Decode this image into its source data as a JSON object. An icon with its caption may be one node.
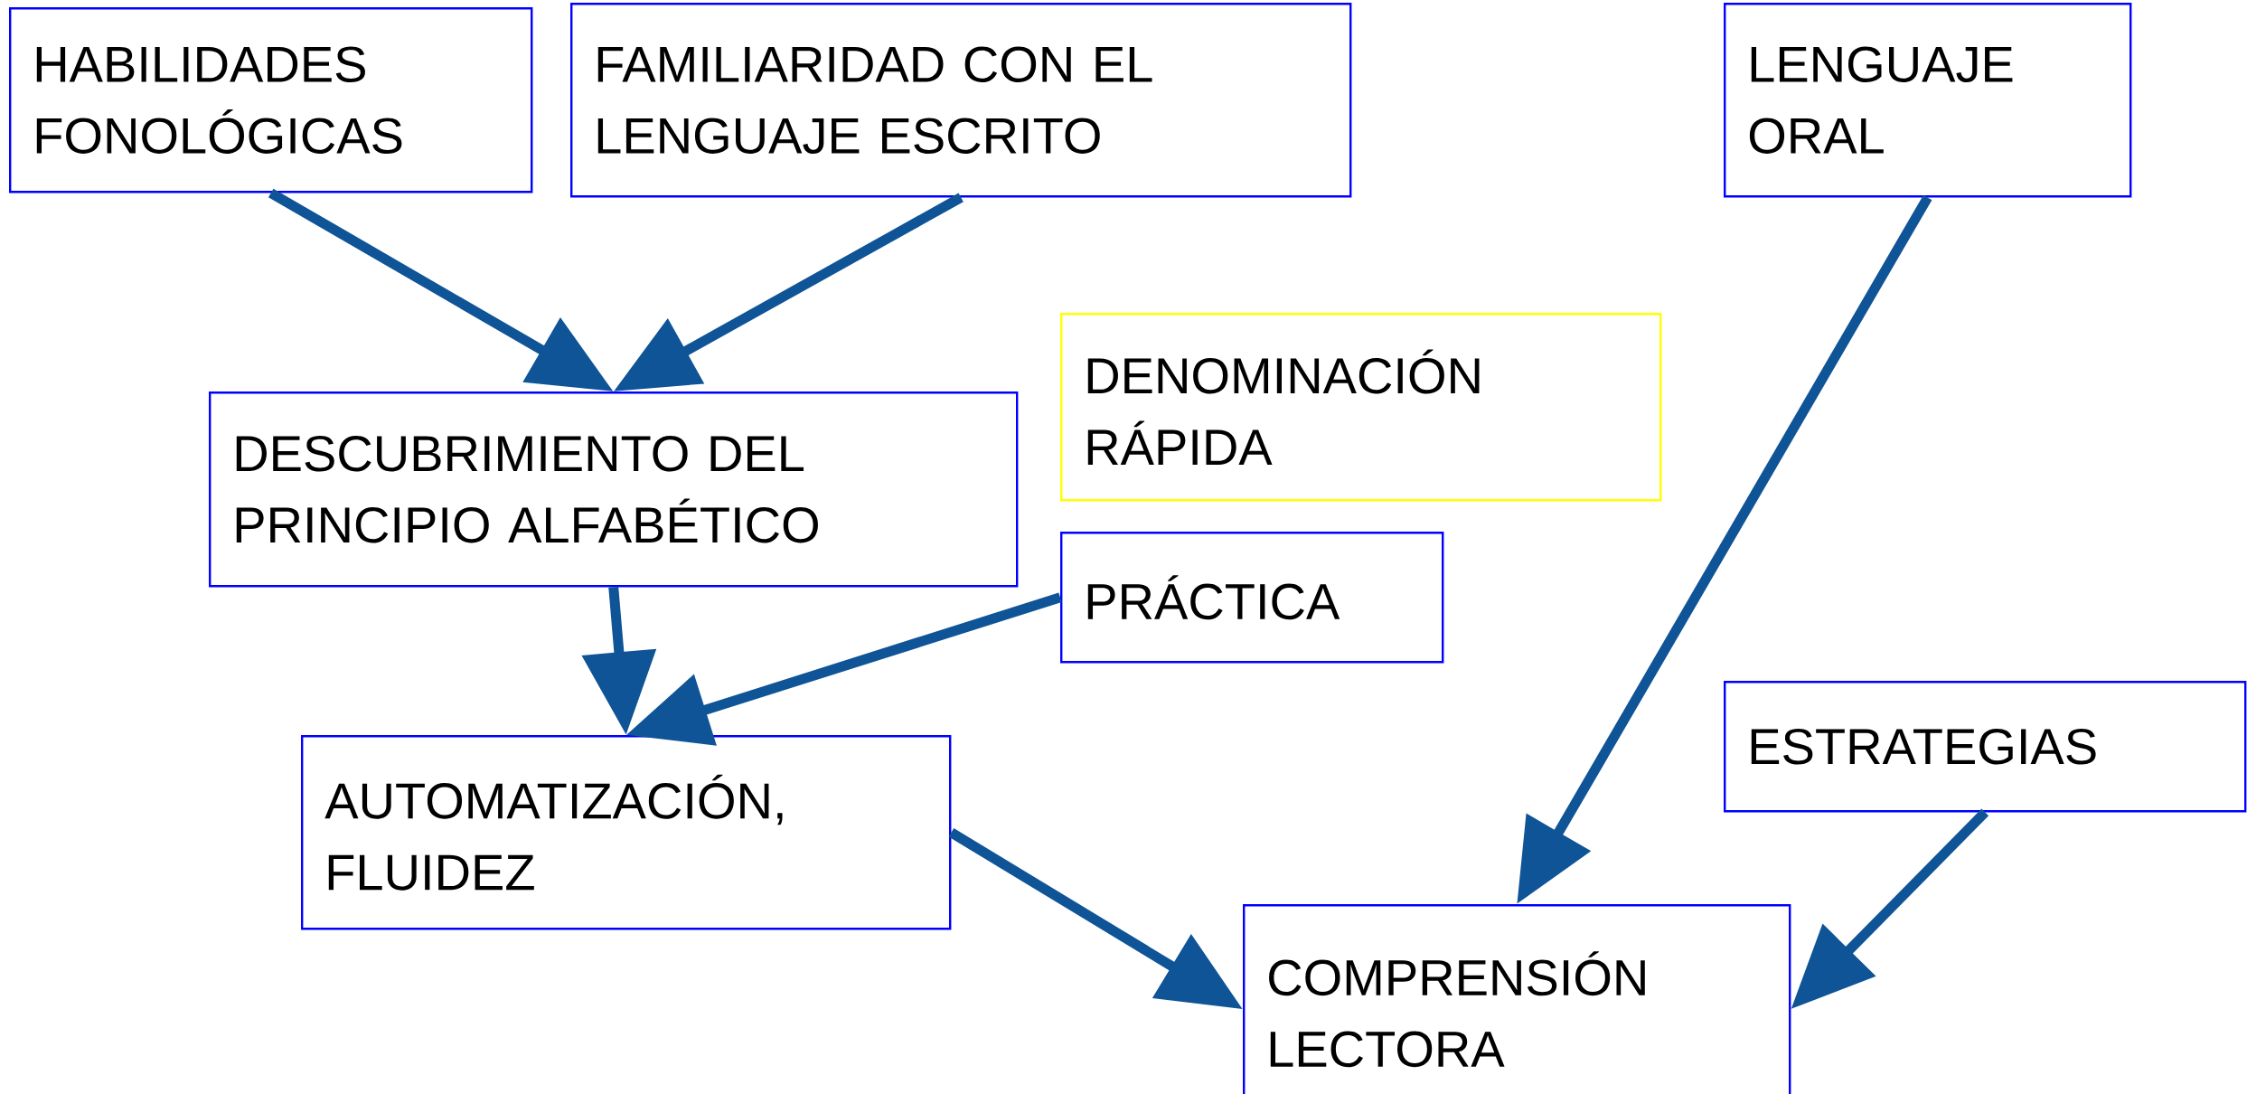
{
  "diagram": {
    "nodes": [
      {
        "text": [
          "HABILIDADES FONOLÓGICAS"
        ]
      },
      {
        "text": [
          "FAMILIARIDAD CON EL LENGUAJE ESCRITO"
        ]
      },
      {
        "text": [
          "LENGUAJE ORAL"
        ]
      },
      {
        "text": [
          "DENOMINACIÓN RÁPIDA"
        ]
      },
      {
        "text": [
          "DESCUBRIMIENTO DEL PRINCIPIO ALFABÉTICO"
        ]
      },
      {
        "text": [
          "PRÁCTICA"
        ]
      },
      {
        "text": [
          "ESTRATEGIAS"
        ]
      },
      {
        "text": [
          "AUTOMATIZACIÓN, FLUIDEZ"
        ]
      },
      {
        "text": [
          "COMPRENSIÓN LECTORA"
        ]
      }
    ],
    "edges": [
      {
        "from": 0,
        "to": 4,
        "arrow": "to"
      },
      {
        "from": 1,
        "to": 4,
        "arrow": "to"
      },
      {
        "from": 4,
        "to": 7,
        "arrow": "to"
      },
      {
        "from": 5,
        "to": 7,
        "arrow": "to"
      },
      {
        "from": 7,
        "to": 8,
        "arrow": "to"
      },
      {
        "from": 2,
        "to": 8,
        "arrow": "to"
      },
      {
        "from": 6,
        "to": 8,
        "arrow": "to"
      }
    ]
  }
}
